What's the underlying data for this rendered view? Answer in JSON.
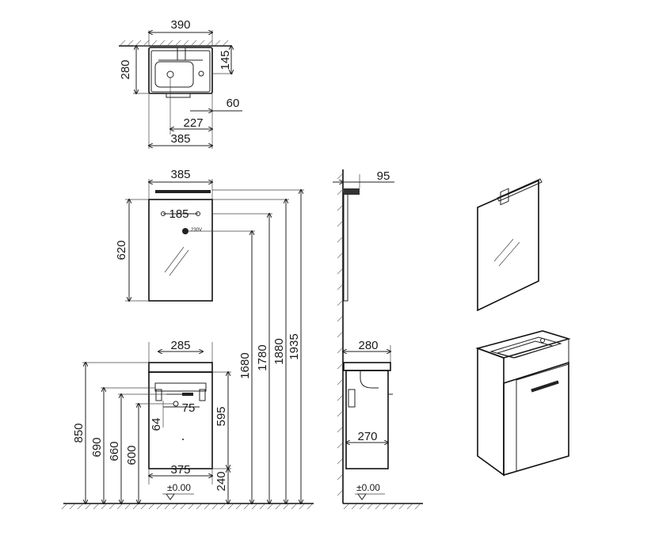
{
  "top_view": {
    "width_total": "390",
    "depth": "280",
    "tap_offset": "145",
    "wall_gap": "60",
    "drain_offset": "227",
    "width_body": "385"
  },
  "mirror": {
    "width": "385",
    "socket_spacing": "185",
    "height": "620",
    "socket_label": "230V"
  },
  "cabinet": {
    "inner_width": "285",
    "drain_spacing": "75",
    "drain_height": "64",
    "body_height": "595",
    "width": "375",
    "floor_gap": "240",
    "floor_label": "±0.00"
  },
  "heights": {
    "h850": "850",
    "h690": "690",
    "h660": "660",
    "h600": "600",
    "h1680": "1680",
    "h1780": "1780",
    "h1880": "1880",
    "h1935": "1935"
  },
  "side_view": {
    "mirror_depth": "95",
    "top_depth": "280",
    "body_depth": "270",
    "floor_label": "±0.00"
  }
}
